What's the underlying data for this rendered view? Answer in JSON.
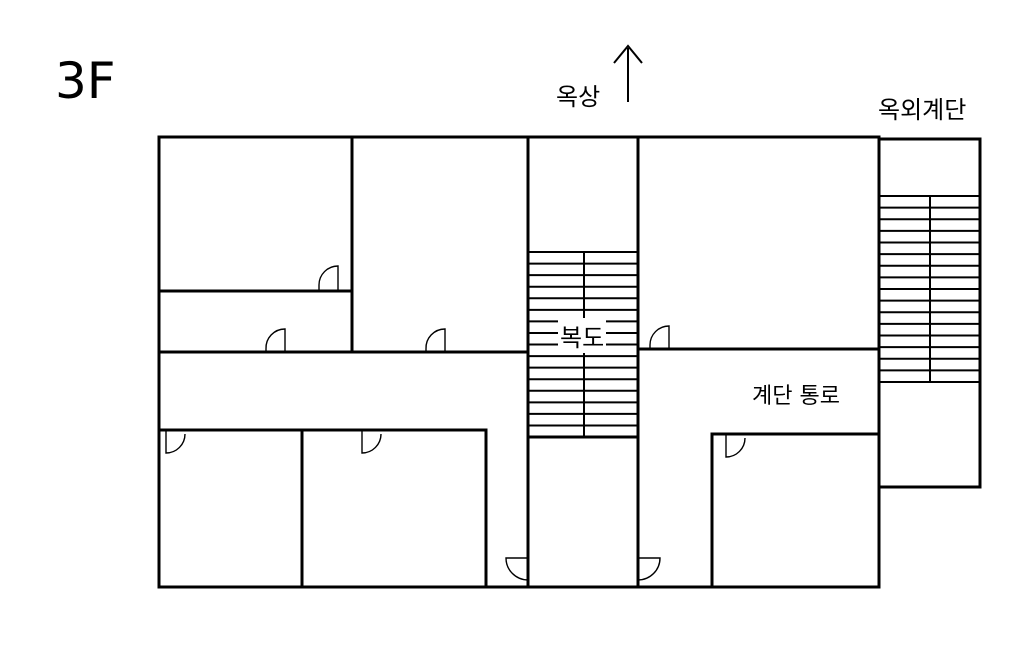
{
  "labels": {
    "floor": "3F",
    "roof": "옥상",
    "outdoor_stairs": "옥외계단",
    "corridor": "복도",
    "stair_passage": "계단 통로"
  },
  "icons": {
    "roof_arrow": "arrow-up-icon",
    "door": "door-swing-icon"
  }
}
